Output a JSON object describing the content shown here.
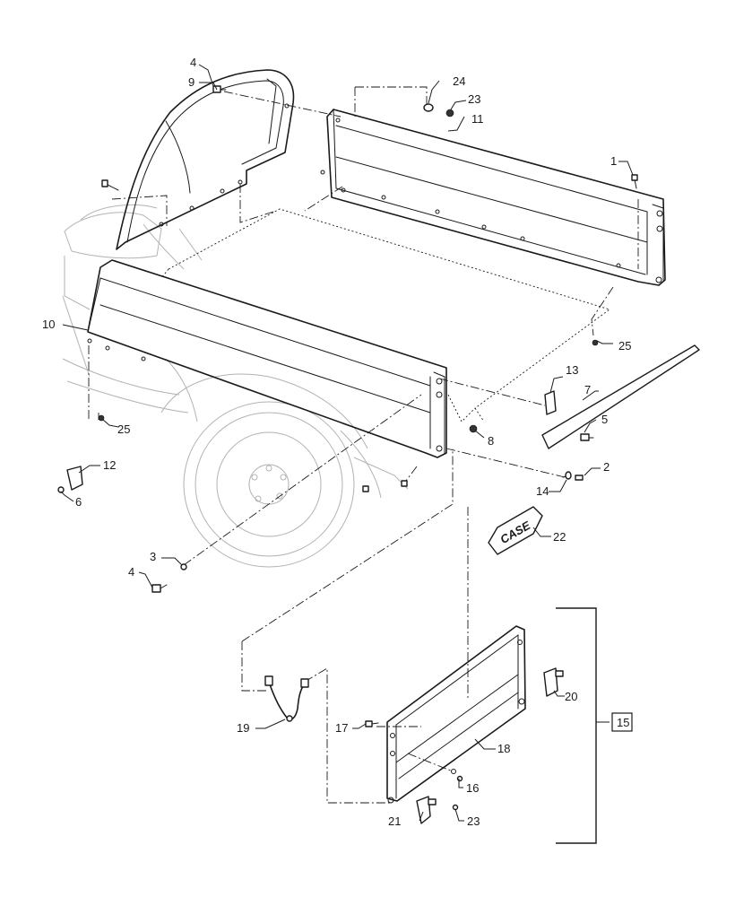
{
  "callouts": [
    {
      "id": "c1",
      "text": "1"
    },
    {
      "id": "c2",
      "text": "2"
    },
    {
      "id": "c3",
      "text": "3"
    },
    {
      "id": "c4a",
      "text": "4"
    },
    {
      "id": "c4b",
      "text": "4"
    },
    {
      "id": "c5",
      "text": "5"
    },
    {
      "id": "c6",
      "text": "6"
    },
    {
      "id": "c7",
      "text": "7"
    },
    {
      "id": "c8",
      "text": "8"
    },
    {
      "id": "c9",
      "text": "9"
    },
    {
      "id": "c10",
      "text": "10"
    },
    {
      "id": "c11",
      "text": "11"
    },
    {
      "id": "c12",
      "text": "12"
    },
    {
      "id": "c13",
      "text": "13"
    },
    {
      "id": "c14",
      "text": "14"
    },
    {
      "id": "c15",
      "text": "15"
    },
    {
      "id": "c16",
      "text": "16"
    },
    {
      "id": "c17",
      "text": "17"
    },
    {
      "id": "c18",
      "text": "18"
    },
    {
      "id": "c19",
      "text": "19"
    },
    {
      "id": "c20",
      "text": "20"
    },
    {
      "id": "c21",
      "text": "21"
    },
    {
      "id": "c22",
      "text": "22"
    },
    {
      "id": "c23a",
      "text": "23"
    },
    {
      "id": "c23b",
      "text": "23"
    },
    {
      "id": "c24",
      "text": "24"
    },
    {
      "id": "c25a",
      "text": "25"
    },
    {
      "id": "c25b",
      "text": "25"
    }
  ],
  "decal_text": "CASE",
  "colors": {
    "line": "#1a1a1a",
    "ghost": "#b3b3b3",
    "background": "#ffffff"
  }
}
